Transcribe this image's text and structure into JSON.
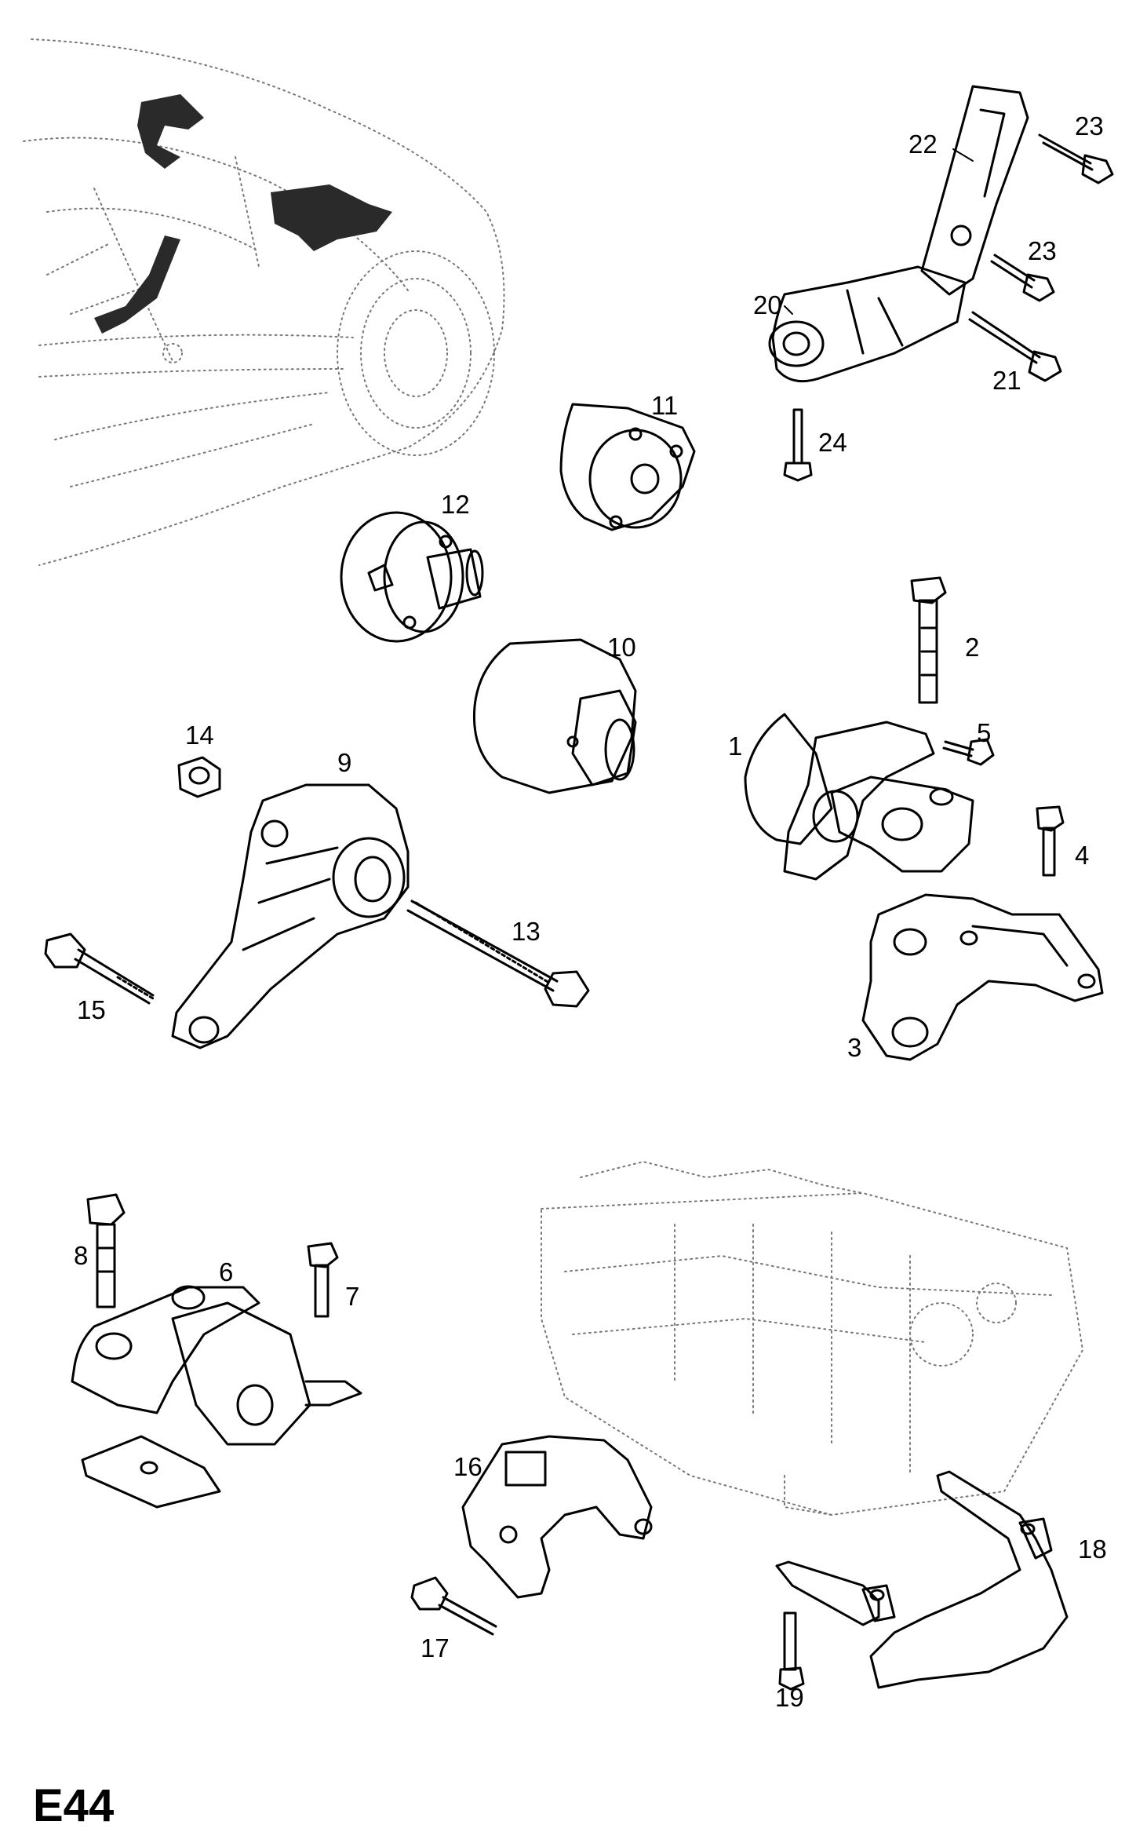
{
  "page_code": "E44",
  "callouts": {
    "c1": "1",
    "c2": "2",
    "c3": "3",
    "c4": "4",
    "c5": "5",
    "c6": "6",
    "c7": "7",
    "c8": "8",
    "c9": "9",
    "c10": "10",
    "c11": "11",
    "c12": "12",
    "c13": "13",
    "c14": "14",
    "c15": "15",
    "c16": "16",
    "c17": "17",
    "c18": "18",
    "c19": "19",
    "c20": "20",
    "c21": "21",
    "c22": "22",
    "c23a": "23",
    "c23b": "23",
    "c24": "24"
  },
  "colors": {
    "line": "#000000",
    "ghost": "#777777",
    "highlight": "#2a2a2a"
  }
}
